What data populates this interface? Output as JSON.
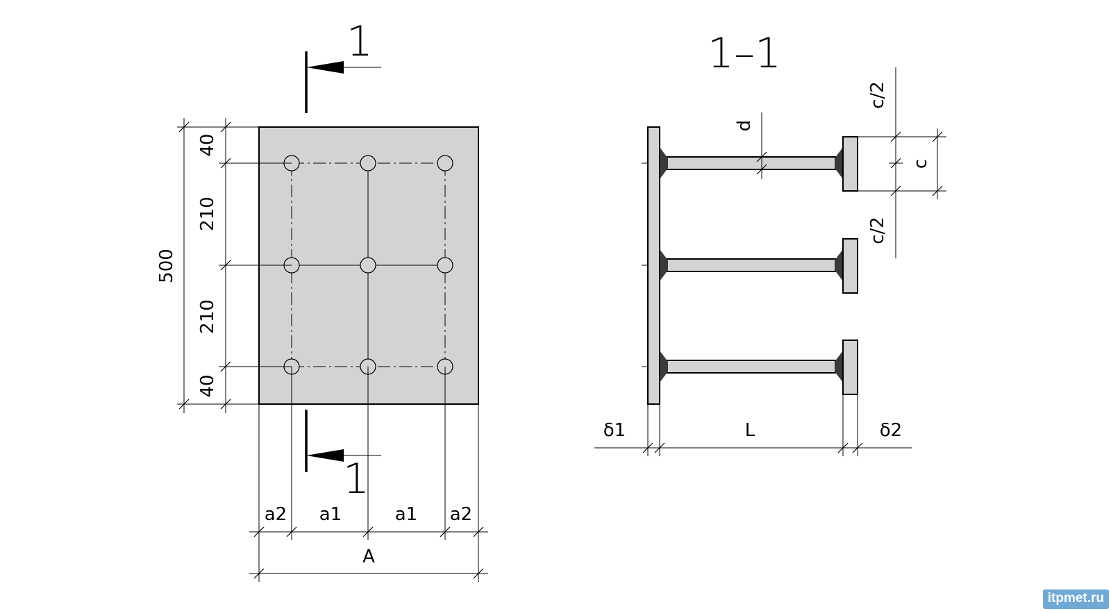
{
  "plan": {
    "section_mark_top": "1",
    "section_mark_bottom": "1",
    "dim_total_height": "500",
    "dim_edge_top": "40",
    "dim_pitch_upper": "210",
    "dim_pitch_lower": "210",
    "dim_edge_bottom": "40",
    "dim_a2_left": "a2",
    "dim_a1_left": "a1",
    "dim_a1_right": "a1",
    "dim_a2_right": "a2",
    "dim_total_width": "A"
  },
  "section": {
    "title": "1–1",
    "dim_d": "d",
    "dim_c_half_top": "c/2",
    "dim_c": "c",
    "dim_c_half_bottom": "c/2",
    "dim_delta1": "δ1",
    "dim_L": "L",
    "dim_delta2": "δ2"
  },
  "watermark": "itpmet.ru",
  "colors": {
    "plate_fill": "#d3d3d3",
    "line": "#000000",
    "weld": "#3a3a3a",
    "watermark_bg": "#70a8d6"
  }
}
